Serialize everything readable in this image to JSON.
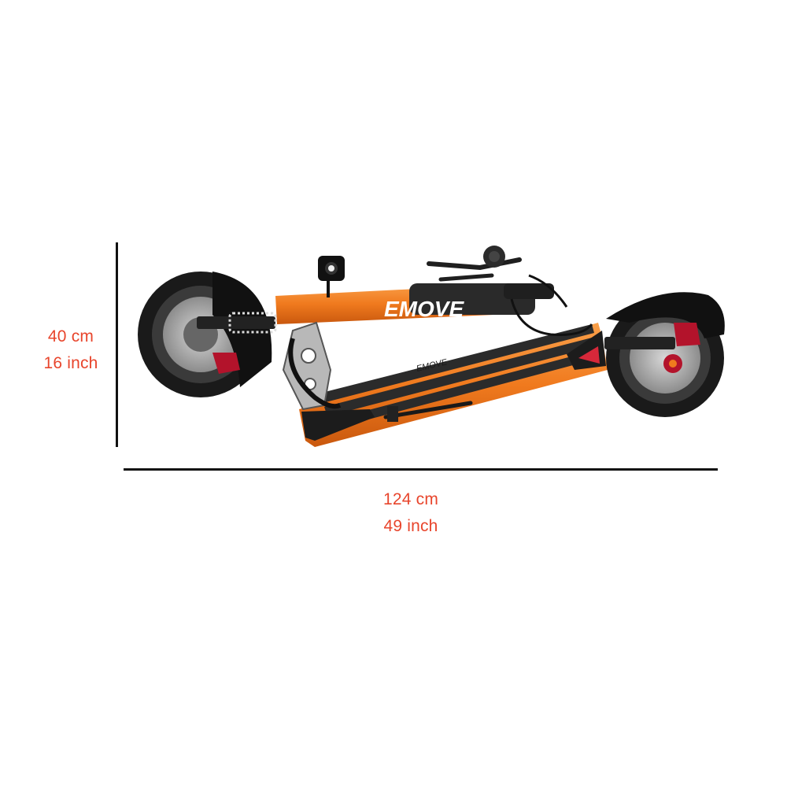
{
  "dimensions": {
    "height": {
      "metric": "40 cm",
      "imperial": "16 inch"
    },
    "length": {
      "metric": "124 cm",
      "imperial": "49 inch"
    }
  },
  "product": {
    "brand_logo_text": "EMOVE"
  },
  "colors": {
    "accent": "#e8452c",
    "scooter_body": "#f07a1e",
    "deck_grip": "#2b2b2b",
    "tire": "#1a1a1a",
    "caliper": "#b3132b",
    "rule_line": "#111111"
  }
}
